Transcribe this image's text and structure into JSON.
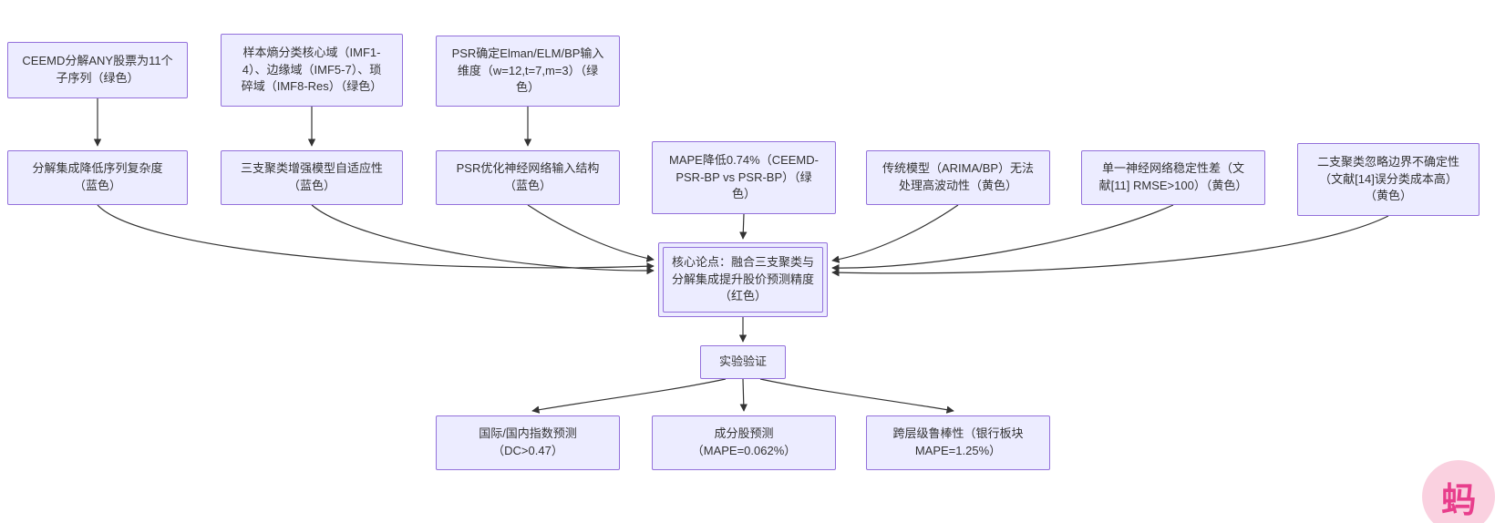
{
  "diagram": {
    "nodes": {
      "a1": {
        "label": "CEEMD分解ANY股票为11个\n子序列（绿色）"
      },
      "a2": {
        "label": "样本熵分类核心域（IMF1-\n4）、边缘域（IMF5-7）、琐\n碎域（IMF8-Res）（绿色）"
      },
      "a3": {
        "label": "PSR确定Elman/ELM/BP输入\n维度（w=12,t=7,m=3）（绿\n色）"
      },
      "b1": {
        "label": "分解集成降低序列复杂度\n（蓝色）"
      },
      "b2": {
        "label": "三支聚类增强模型自适应性\n（蓝色）"
      },
      "b3": {
        "label": "PSR优化神经网络输入结构\n（蓝色）"
      },
      "b4": {
        "label": "MAPE降低0.74%（CEEMD-\nPSR-BP vs PSR-BP）（绿\n色）"
      },
      "b5": {
        "label": "传统模型（ARIMA/BP）无法\n处理高波动性（黄色）"
      },
      "b6": {
        "label": "单一神经网络稳定性差（文\n献[11] RMSE>100）（黄色）"
      },
      "b7": {
        "label": "二支聚类忽略边界不确定性\n（文献[14]误分类成本高）\n（黄色）"
      },
      "center": {
        "label": "核心论点：融合三支聚类与\n分解集成提升股价预测精度\n（红色）"
      },
      "exp": {
        "label": "实验验证"
      },
      "c1": {
        "label": "国际/国内指数预测\n（DC>0.47）"
      },
      "c2": {
        "label": "成分股预测\n（MAPE=0.062%）"
      },
      "c3": {
        "label": "跨层级鲁棒性（银行板块\nMAPE=1.25%）"
      }
    },
    "colors": {
      "node_fill": "#ECECFF",
      "node_border": "#9370DB",
      "edge": "#333333",
      "watermark_bg": "#FAD1E0",
      "watermark_fg": "#E83E8C"
    },
    "watermark": {
      "glyph": "蚂"
    }
  }
}
